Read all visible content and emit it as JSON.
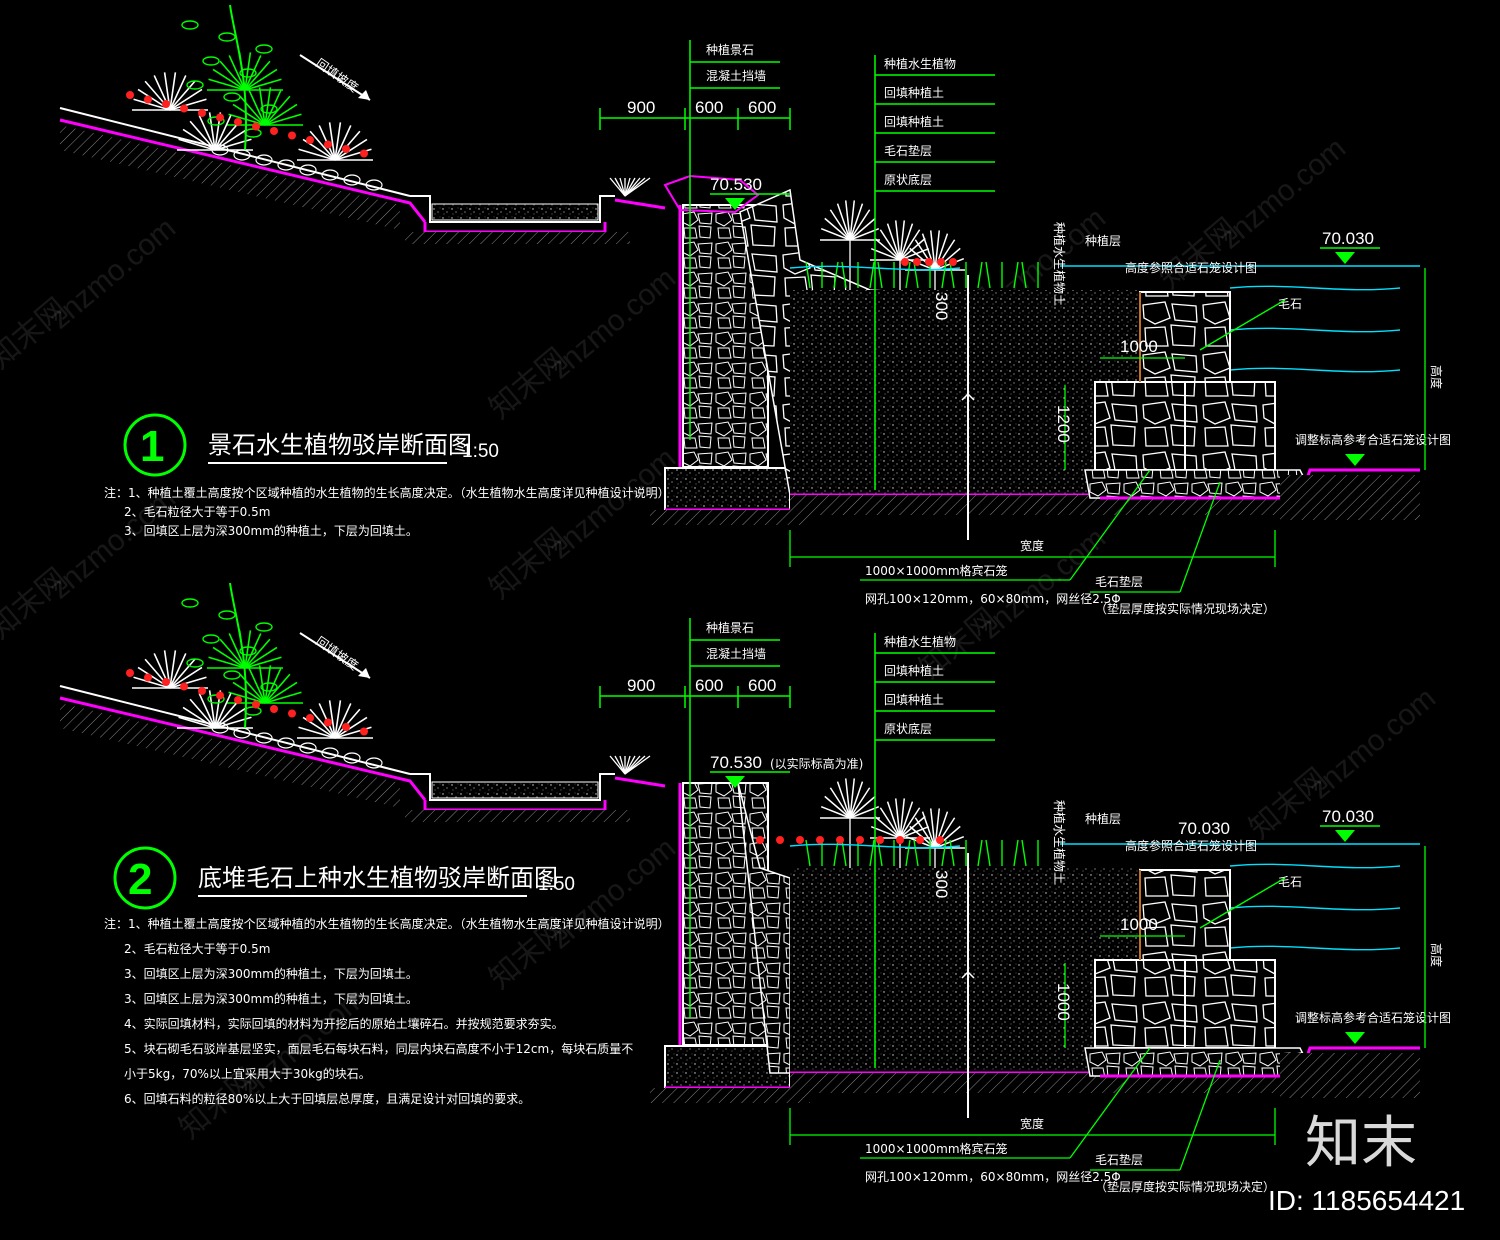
{
  "sections": [
    {
      "number": "1",
      "title": "景石水生植物驳岸断面图",
      "scale": "1:50",
      "dims_top": [
        "900",
        "600",
        "600"
      ],
      "stone_labels": [
        "种植景石",
        "混凝土挡墙"
      ],
      "layer_labels": [
        "种植水生植物",
        "回填种植土",
        "回填种植土",
        "毛石垫层",
        "原状底层"
      ],
      "elev_left": "70.530",
      "elev_right": "70.030",
      "stone_tag": "毛石",
      "dim_1000": "1000",
      "dim_1200": "1200",
      "dim_300": "300",
      "gabion_note": "1000×1000mm格宾石笼",
      "mesh_note": "网孔100×120mm，60×80mm，网丝径2.5Φ",
      "base_label": "毛石垫层",
      "base_note": "（垫层厚度按实际情况现场决定）",
      "side_label_left": "种植水生植物土",
      "top_label_left": "种植层",
      "top_label_right": "高度参照合适石笼设计图",
      "bottom_label_right": "调整标高参考合适石笼设计图",
      "width_label": "宽度",
      "height_label": "高度",
      "notes": [
        "注：1、种植土覆土高度按个区域种植的水生植物的生长高度决定。（水生植物水生高度详见种植设计说明）",
        "2、毛石粒径大于等于0.5m",
        "3、回填区上层为深300mm的种植土，下层为回填土。"
      ]
    },
    {
      "number": "2",
      "title": "底堆毛石上种水生植物驳岸断面图",
      "scale": "1:50",
      "dims_top": [
        "900",
        "600",
        "600"
      ],
      "stone_labels": [
        "种植景石",
        "混凝土挡墙"
      ],
      "layer_labels": [
        "种植水生植物",
        "回填种植土",
        "回填种植土",
        "原状底层"
      ],
      "elev_left": "70.530",
      "elev_left_suffix": "(以实际标高为准)",
      "elev_right": "70.030",
      "elev_mid": "70.030",
      "stone_tag": "毛石",
      "dim_1000": "1000",
      "dim_1200": "1000",
      "dim_300": "300",
      "gabion_note": "1000×1000mm格宾石笼",
      "mesh_note": "网孔100×120mm，60×80mm，网丝径2.5Φ",
      "base_label": "毛石垫层",
      "base_note": "（垫层厚度按实际情况现场决定）",
      "side_label_left": "种植水生植物土",
      "top_label_left": "种植层",
      "top_label_right": "高度参照合适石笼设计图",
      "bottom_label_right": "调整标高参考合适石笼设计图",
      "width_label": "宽度",
      "height_label": "高度",
      "notes": [
        "注：1、种植土覆土高度按个区域种植的水生植物的生长高度决定。（水生植物水生高度详见种植设计说明）",
        "2、毛石粒径大于等于0.5m",
        "3、回填区上层为深300mm的种植土，下层为回填土。",
        "3、回填区上层为深300mm的种植土，下层为回填土。",
        "4、实际回填材料，实际回填的材料为开挖后的原始土壤碎石。并按规范要求夯实。",
        "5、块石砌毛石驳岸基层坚实，面层毛石每块石料，同层内块石高度不小于12cm，每块石质量不",
        "小于5kg，70%以上宜采用大于30kg的块石。",
        "6、回填石料的粒径80%以上大于回填层总厚度，且满足设计对回填的要求。"
      ]
    }
  ],
  "slope_label": "回填坡度",
  "watermark_text": "znzmo.com",
  "watermark_cn": "知末网",
  "brand": "知末",
  "id_text": "ID: 1185654421",
  "colors": {
    "background": "#000000",
    "leader": "#00ff00",
    "soil": "#ff00ff",
    "water": "#00e0ff",
    "line": "#ffffff",
    "flower": "#ff2020"
  }
}
